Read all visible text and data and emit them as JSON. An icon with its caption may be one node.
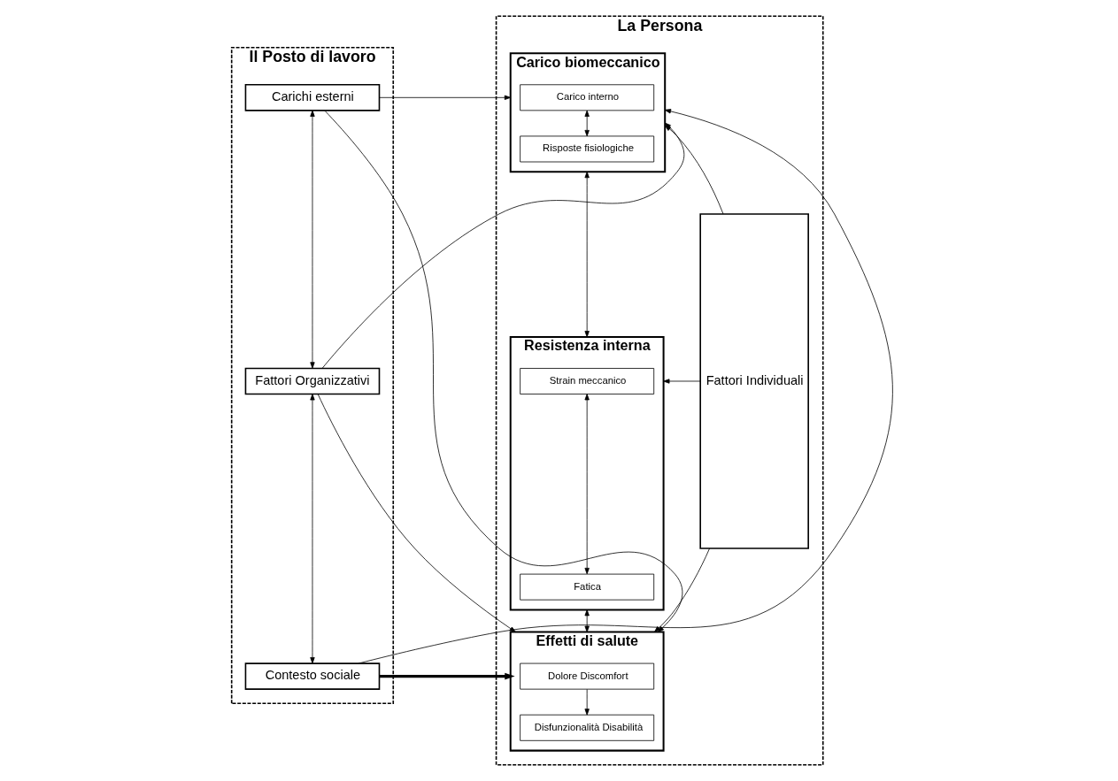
{
  "diagram": {
    "nodes": [
      {
        "text": [
          "Il Posto di lavoro"
        ]
      },
      {
        "text": [
          "Carichi esterni"
        ],
        "in": 0
      },
      {
        "text": [
          "Fattori Organizzativi"
        ],
        "in": 0
      },
      {
        "text": [
          "Contesto sociale"
        ],
        "in": 0
      },
      {
        "text": [
          "La Persona"
        ]
      },
      {
        "text": [
          "Carico biomeccanico"
        ],
        "in": 4
      },
      {
        "text": [
          "Carico interno"
        ],
        "in": 5
      },
      {
        "text": [
          "Risposte fisiologiche"
        ],
        "in": 5
      },
      {
        "text": [
          "Resistenza interna"
        ],
        "in": 4
      },
      {
        "text": [
          "Strain meccanico"
        ],
        "in": 8
      },
      {
        "text": [
          "Fatica"
        ],
        "in": 8
      },
      {
        "text": [
          "Effetti di salute"
        ],
        "in": 4
      },
      {
        "text": [
          "Dolore Discomfort"
        ],
        "in": 11
      },
      {
        "text": [
          "Disfunzionalità Disabilità"
        ],
        "in": 11
      },
      {
        "text": [
          "Fattori Individuali"
        ],
        "in": 4
      }
    ],
    "edges": [
      {
        "from": 1,
        "to": 2,
        "arrow": "both"
      },
      {
        "from": 2,
        "to": 3,
        "arrow": "both"
      },
      {
        "from": 1,
        "to": 5,
        "arrow": "to"
      },
      {
        "from": 1,
        "to": 11,
        "arrow": "to"
      },
      {
        "from": 2,
        "to": 5,
        "arrow": "to"
      },
      {
        "from": 2,
        "to": 11,
        "arrow": "to"
      },
      {
        "from": 3,
        "to": 5,
        "arrow": "to"
      },
      {
        "from": 3,
        "to": 11,
        "arrow": "to",
        "style": "thick"
      },
      {
        "from": 6,
        "to": 7,
        "arrow": "both"
      },
      {
        "from": 5,
        "to": 8,
        "arrow": "both"
      },
      {
        "from": 9,
        "to": 10,
        "arrow": "both"
      },
      {
        "from": 8,
        "to": 11,
        "arrow": "both"
      },
      {
        "from": 12,
        "to": 13,
        "arrow": "to"
      },
      {
        "from": 14,
        "to": 5,
        "arrow": "to"
      },
      {
        "from": 14,
        "to": 8,
        "arrow": "to"
      },
      {
        "from": 14,
        "to": 11,
        "arrow": "to"
      }
    ]
  }
}
